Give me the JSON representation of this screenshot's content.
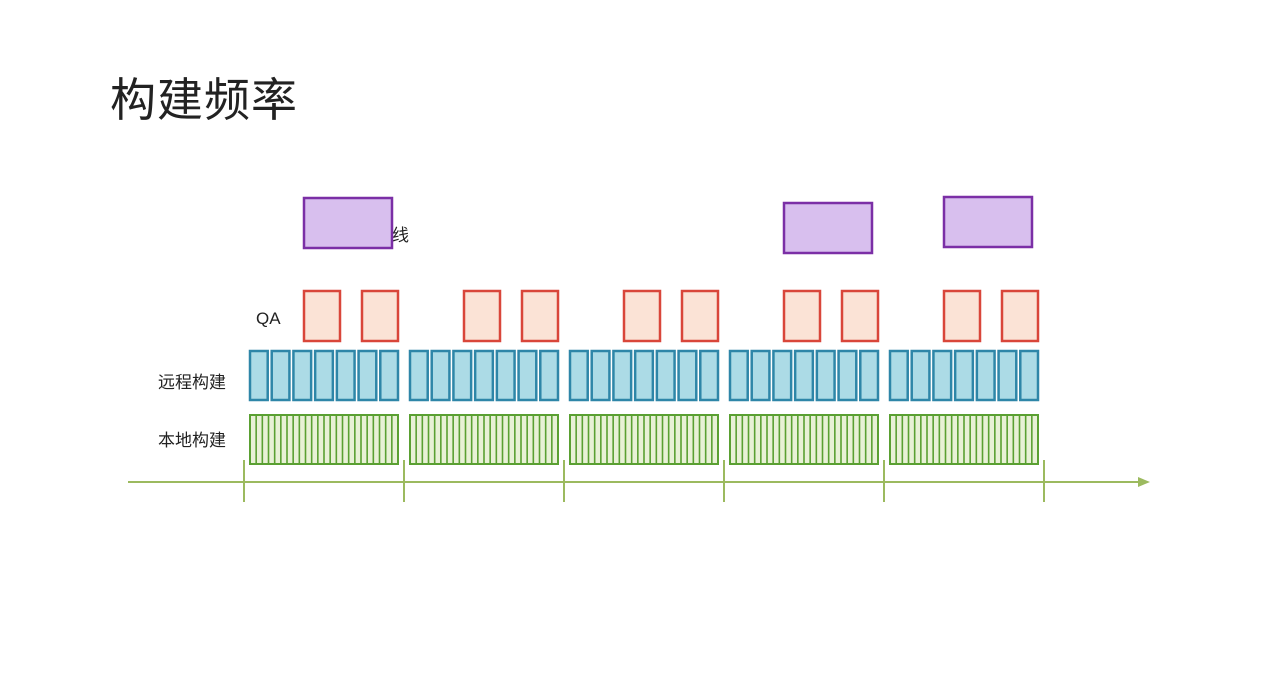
{
  "title": "构建频率",
  "rows": {
    "release": {
      "label": "上线",
      "color_fill": "#d8bfee",
      "color_stroke": "#7b2fa6"
    },
    "qa": {
      "label": "QA",
      "color_fill": "#fbe3d6",
      "color_stroke": "#d9463a"
    },
    "remote": {
      "label": "远程构建",
      "color_fill": "#acdbe6",
      "color_stroke": "#2e86a8"
    },
    "local": {
      "label": "本地构建",
      "color_fill": "#e8f1d6",
      "color_stroke": "#5aa032"
    }
  },
  "timeline": {
    "color": "#9cba5f",
    "cycles": 5,
    "qa_per_cycle": 2,
    "remote_per_cycle": 7,
    "local_per_cycle": 24,
    "release_cycles": [
      1,
      4,
      5
    ]
  }
}
